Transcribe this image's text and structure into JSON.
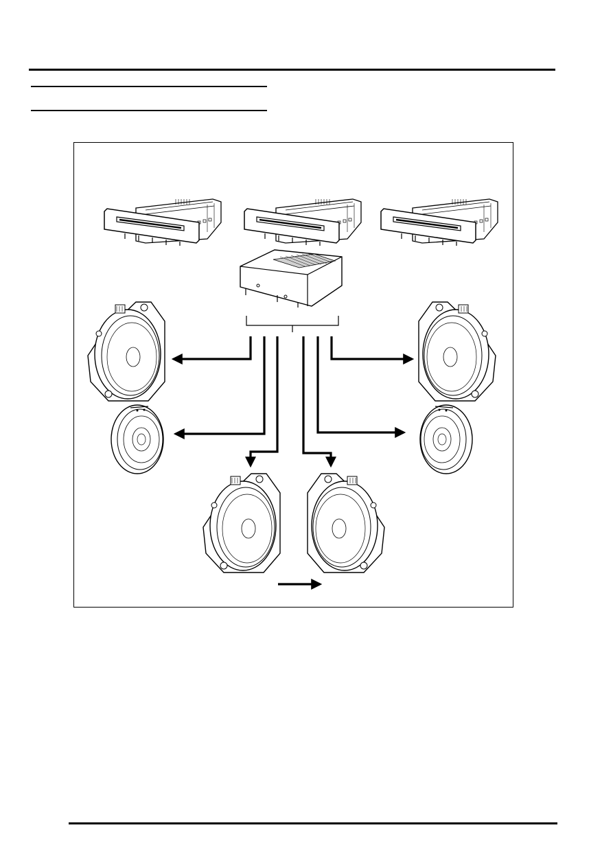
{
  "page": {
    "header_title": "",
    "section_heading": "",
    "page_footer": ""
  },
  "figure": {
    "components": {
      "head_units": [
        "radio-cassette-unit",
        "radio-cd-unit",
        "radio-cd-navigation-unit"
      ],
      "amplifier": "audio-amplifier",
      "speakers": [
        "front-left-woofer",
        "front-left-tweeter",
        "rear-left-speaker",
        "rear-right-speaker",
        "front-right-tweeter",
        "front-right-woofer"
      ]
    }
  }
}
